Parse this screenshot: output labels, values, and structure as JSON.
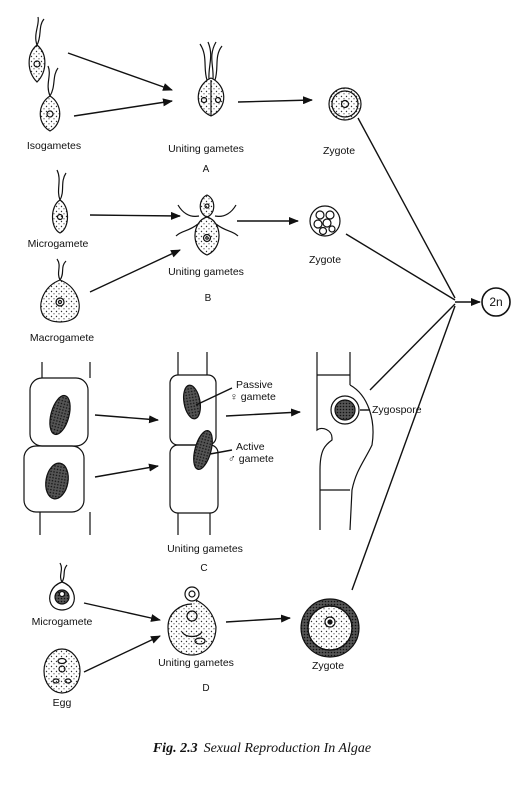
{
  "labels": {
    "isogametes": "Isogametes",
    "uniting_gametes_a": "Uniting gametes",
    "zygote_a": "Zygote",
    "section_a": "A",
    "microgamete_b": "Microgamete",
    "uniting_gametes_b": "Uniting gametes",
    "zygote_b": "Zygote",
    "section_b": "B",
    "macrogamete": "Macrogamete",
    "passive_gamete_1": "Passive",
    "passive_gamete_2": "♀ gamete",
    "active_gamete_1": "Active",
    "active_gamete_2": "♂ gamete",
    "zygospore": "Zygospore",
    "uniting_gametes_c": "Uniting gametes",
    "section_c": "C",
    "microgamete_d": "Microgamete",
    "egg": "Egg",
    "uniting_gametes_d": "Uniting gametes",
    "zygote_d": "Zygote",
    "section_d": "D",
    "two_n": "2n"
  },
  "caption": {
    "fig_number": "Fig. 2.3",
    "text": "Sexual Reproduction In Algae"
  }
}
